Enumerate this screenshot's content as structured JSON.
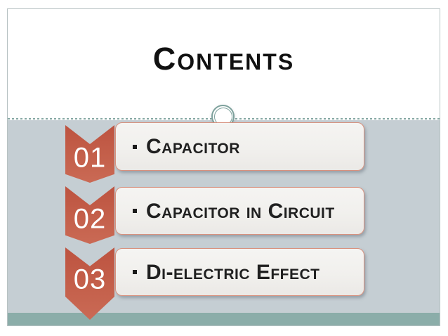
{
  "slide": {
    "title": "Contents",
    "contents_list": {
      "items": [
        {
          "number": "01",
          "label": "Capacitor"
        },
        {
          "number": "02",
          "label": "Capacitor in Circuit"
        },
        {
          "number": "03",
          "label": "Di-electric Effect"
        }
      ]
    },
    "icons": {
      "bullet": "square-bullet-icon",
      "ornament": "double-ring-circle-ornament",
      "arrow": "down-chevron-arrow"
    },
    "colors": {
      "accent_red": "#C4604B",
      "box_background": "#F1F0ED",
      "box_border": "#D8917E",
      "body_background": "#C5CED3",
      "footer_band": "#8BADA9",
      "ornament_ring": "#7DA19C",
      "title_text": "#111111",
      "body_text": "#202020",
      "number_text": "#FFFFFF"
    }
  }
}
